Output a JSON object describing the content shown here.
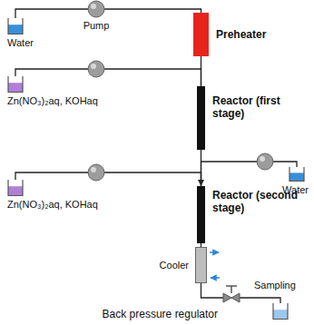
{
  "diagram": {
    "nodes": [
      {
        "text": [
          "Water"
        ]
      },
      {
        "text": [
          "Pump"
        ]
      },
      {
        "text": [
          "Preheater"
        ]
      },
      {
        "text": [
          "Zn(NO₃)₂aq, KOHaq"
        ]
      },
      {
        "text": [
          "Reactor (first stage)"
        ]
      },
      {
        "text": [
          "Water"
        ]
      },
      {
        "text": [
          "Zn(NO₃)₂aq, KOHaq"
        ]
      },
      {
        "text": [
          "Reactor (second stage)"
        ]
      },
      {
        "text": [
          "Cooler"
        ]
      },
      {
        "text": [
          "Sampling"
        ]
      },
      {
        "text": [
          "Back pressure regulator"
        ]
      }
    ],
    "edges": [
      {
        "from": 0,
        "to": 1,
        "arrow": "none"
      },
      {
        "from": 1,
        "to": 2,
        "arrow": "none"
      },
      {
        "from": 2,
        "to": 4,
        "arrow": "none"
      },
      {
        "from": 3,
        "to": 4,
        "arrow": "none"
      },
      {
        "from": 4,
        "to": 7,
        "arrow": "none"
      },
      {
        "from": 5,
        "to": 7,
        "arrow": "to"
      },
      {
        "from": 6,
        "to": 7,
        "arrow": "none"
      },
      {
        "from": 7,
        "to": 8,
        "arrow": "none"
      },
      {
        "from": 8,
        "to": 10,
        "arrow": "none"
      },
      {
        "from": 10,
        "to": 9,
        "arrow": "none"
      }
    ]
  }
}
